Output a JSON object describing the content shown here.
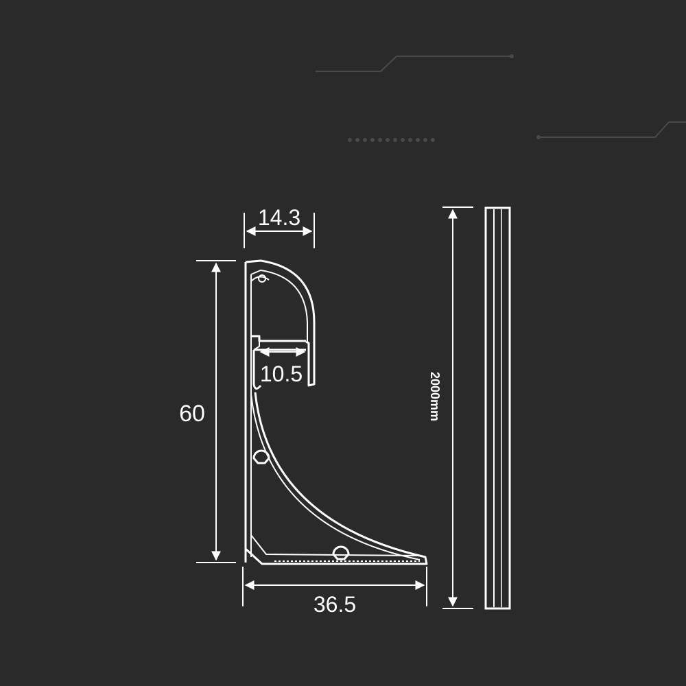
{
  "dimensions": {
    "top_width": "14.3",
    "height": "60",
    "inner_width": "10.5",
    "bottom_width": "36.5",
    "length": "2000mm"
  },
  "colors": {
    "background": "#2a2a2a",
    "line": "#ffffff",
    "decoration": "#4a4a4a"
  }
}
